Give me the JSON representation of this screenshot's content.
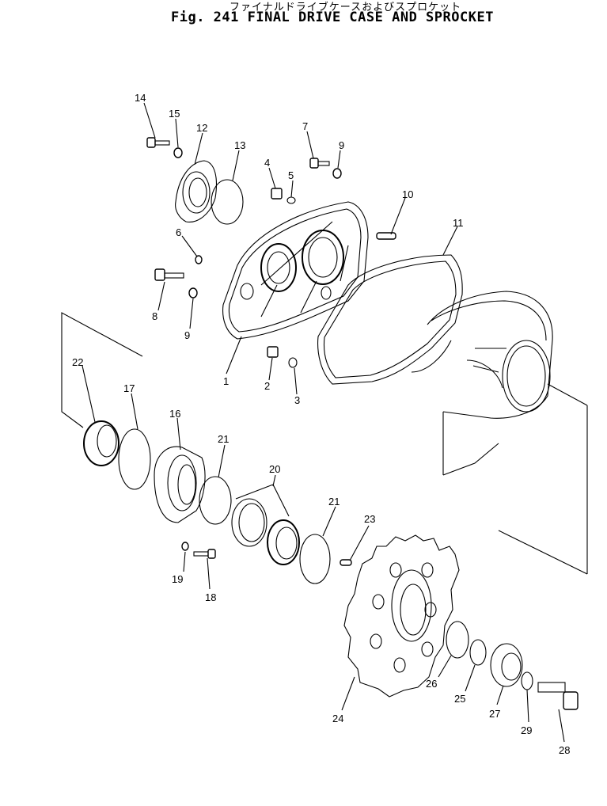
{
  "title": {
    "japanese": "ファイナルドライブケースおよびスプロケット",
    "english": "Fig. 241 FINAL DRIVE CASE AND SPROCKET"
  },
  "part_labels": [
    "1",
    "2",
    "3",
    "4",
    "5",
    "6",
    "7",
    "8",
    "9",
    "9",
    "10",
    "11",
    "12",
    "13",
    "14",
    "15",
    "16",
    "17",
    "18",
    "19",
    "20",
    "21",
    "21",
    "22",
    "23",
    "24",
    "25",
    "26",
    "27",
    "28",
    "29"
  ]
}
